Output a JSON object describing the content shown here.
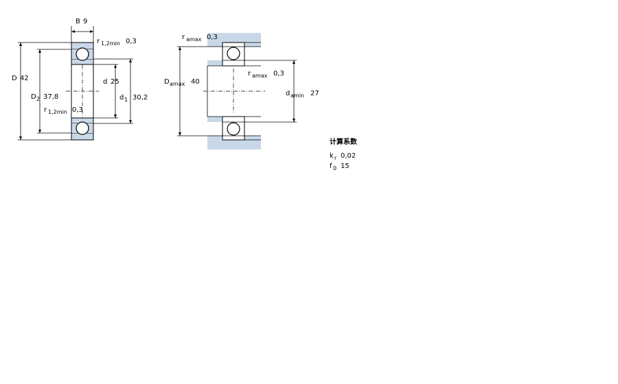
{
  "left_view": {
    "B": {
      "symbol": "B",
      "value": "9"
    },
    "r12_top": {
      "symbol": "r",
      "sub": "1,2min",
      "value": "0,3"
    },
    "r12_bot": {
      "symbol": "r",
      "sub": "1,2min",
      "value": "0,3"
    },
    "D": {
      "symbol": "D",
      "value": "42"
    },
    "D2": {
      "symbol": "D",
      "sub": "2",
      "value": "37,8"
    },
    "d": {
      "symbol": "d",
      "value": "25"
    },
    "d1": {
      "symbol": "d",
      "sub": "1",
      "value": "30,2"
    }
  },
  "right_view": {
    "ra_top": {
      "symbol": "r",
      "sub": "amax",
      "value": "0,3"
    },
    "ra_mid": {
      "symbol": "r",
      "sub": "amax",
      "value": "0,3"
    },
    "Da": {
      "symbol": "D",
      "sub": "amax",
      "value": "40"
    },
    "da": {
      "symbol": "d",
      "sub": "amin",
      "value": "27"
    }
  },
  "factors": {
    "title": "计算系数",
    "kr": {
      "symbol": "k",
      "sub": "r",
      "value": "0,02"
    },
    "f0": {
      "symbol": "f",
      "sub": "0",
      "value": "15"
    }
  }
}
